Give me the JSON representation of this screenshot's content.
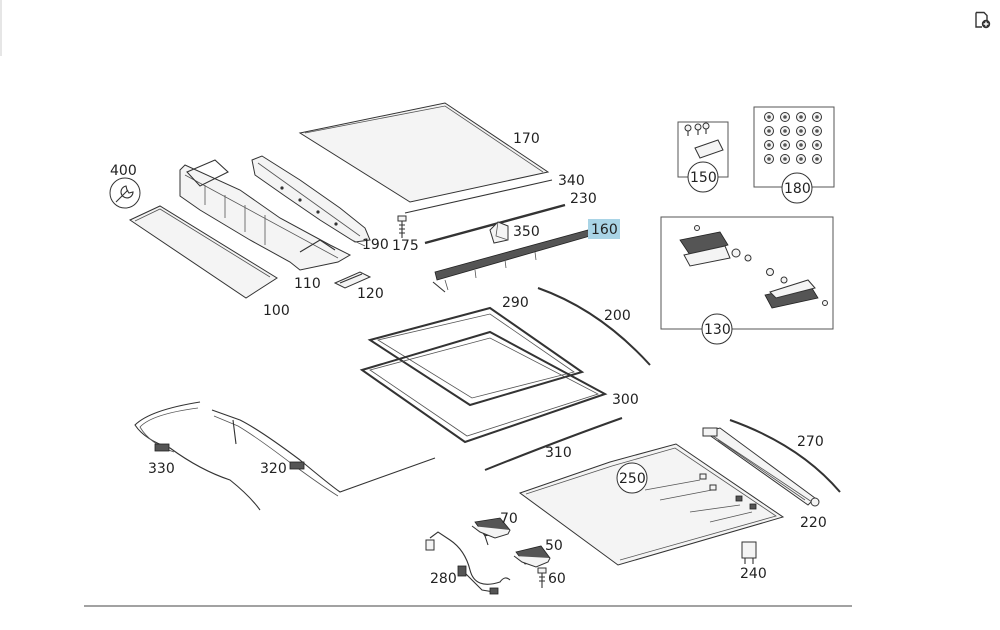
{
  "toolbar": {
    "tool_icon": "page-plus-icon"
  },
  "highlight_color": "#a9d4e6",
  "callouts": [
    "400",
    "190",
    "175",
    "110",
    "120",
    "100",
    "170",
    "340",
    "230",
    "350",
    "160",
    "150",
    "180",
    "130",
    "290",
    "200",
    "300",
    "310",
    "250",
    "270",
    "220",
    "330",
    "320",
    "70",
    "50",
    "280",
    "60",
    "240"
  ]
}
